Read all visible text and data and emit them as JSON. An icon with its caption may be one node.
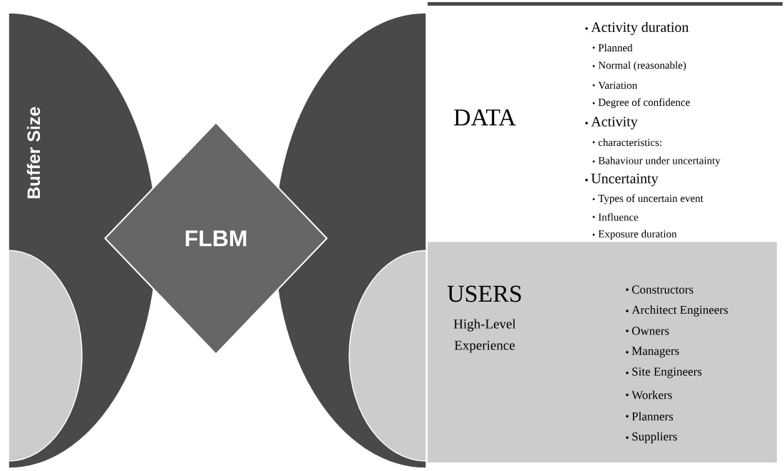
{
  "diagram": {
    "nodes": [
      {
        "text": [
          "Buffer Size"
        ]
      },
      {
        "text": [],
        "shape": "ellipse",
        "in": 0
      },
      {
        "text": [
          "FLBM"
        ]
      },
      {
        "text": [],
        "shape": "ellipse"
      },
      {
        "text": [],
        "shape": "ellipse",
        "in": 3
      },
      {
        "text": [
          "DATA",
          "Activity duration",
          "Planned",
          "Normal (reasonable)",
          "Variation",
          "Degree of confidence",
          "Activity",
          "characteristics:",
          "Bahaviour under uncertainty",
          "Uncertainty",
          "Types of uncertain event",
          "Influence",
          "Exposure duration"
        ]
      },
      {
        "text": [
          "USERS",
          "High-Level Experience",
          "Constructors",
          "Architect Engineers",
          "Owners",
          "Managers",
          "Site Engineers",
          "Workers",
          "Planners",
          "Suppliers"
        ]
      }
    ]
  }
}
